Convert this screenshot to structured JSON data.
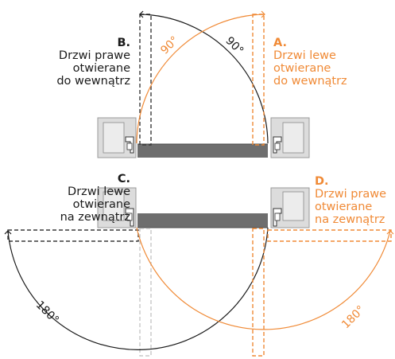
{
  "colors": {
    "black_door": "#3a3a3a",
    "orange_door": "#f08a36",
    "grey_door": "#c8c8c8",
    "wall_fill": "#dcdcdc",
    "panel_fill": "#6e6e6e",
    "label_black": "#1a1a1a"
  },
  "labels": {
    "b": {
      "head": "B.",
      "lines": [
        "Drzwi prawe",
        "otwierane",
        "do wewnątrz"
      ],
      "color": "#1a1a1a"
    },
    "a": {
      "head": "A.",
      "lines": [
        "Drzwi lewe",
        "otwierane",
        "do wewnątrz"
      ],
      "color": "#f08a36"
    },
    "c": {
      "head": "C.",
      "lines": [
        "Drzwi lewe",
        "otwierane",
        "na zewnątrz"
      ],
      "color": "#1a1a1a"
    },
    "d": {
      "head": "D.",
      "lines": [
        "Drzwi prawe",
        "otwierane",
        "na zewnątrz"
      ],
      "color": "#f08a36"
    }
  },
  "angles": {
    "top_orange": "90°",
    "top_black": "90°",
    "bottom_black": "180°",
    "bottom_orange": "180°"
  }
}
